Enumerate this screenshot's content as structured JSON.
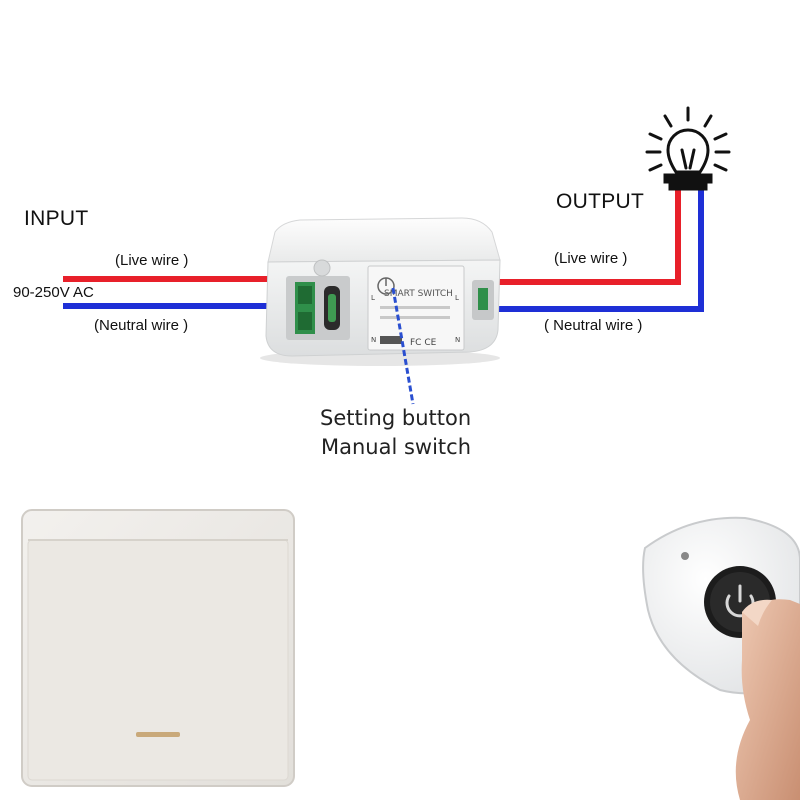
{
  "input": {
    "title": "INPUT",
    "voltage": "90-250V  AC",
    "live_label": "(Live wire )",
    "neutral_label": "(Neutral wire )"
  },
  "output": {
    "title": "OUTPUT",
    "live_label": "(Live wire )",
    "neutral_label": "( Neutral wire )"
  },
  "module": {
    "brand_text": "SMART SWITCH",
    "cert_marks": "FC CE",
    "terminal_l": "L",
    "terminal_n": "N"
  },
  "callout": {
    "line1": "Setting button",
    "line2": "Manual switch"
  },
  "colors": {
    "live_wire": "#e8202a",
    "neutral_wire": "#1e2fd6",
    "callout_line": "#2a4fd0"
  },
  "icons": [
    "light-bulb-icon",
    "power-icon"
  ]
}
